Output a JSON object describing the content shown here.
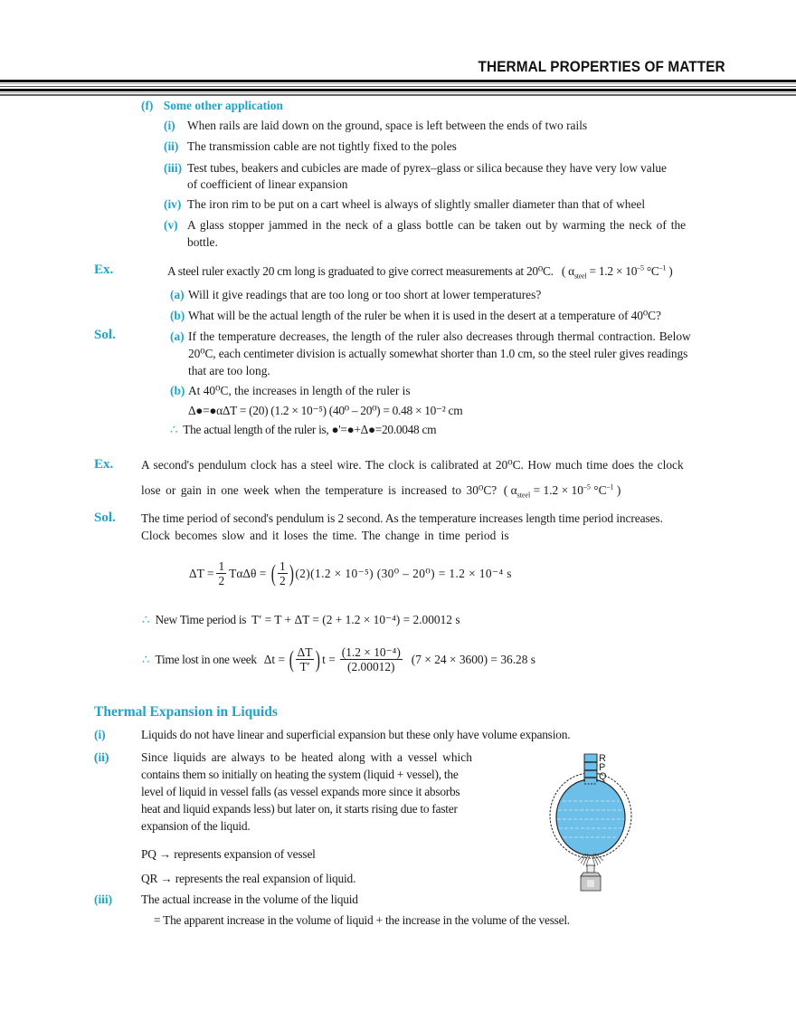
{
  "header": {
    "title": "THERMAL PROPERTIES OF MATTER"
  },
  "applications": {
    "label": "(f)",
    "title": "Some other application",
    "items": [
      {
        "num": "(i)",
        "text": "When rails are laid down on the ground, space is left between the ends of two rails"
      },
      {
        "num": "(ii)",
        "text": "The transmission cable are not tightly fixed to the poles"
      },
      {
        "num": "(iii)",
        "text": "Test tubes, beakers and cubicles are made of pyrex–glass or silica because they have very low value",
        "text2": "of coefficient of linear expansion"
      },
      {
        "num": "(iv)",
        "text": "The iron rim to be put on a cart wheel is always of slightly smaller diameter than that of wheel"
      },
      {
        "num": "(v)",
        "text": "A glass stopper jammed in the neck of a glass bottle can be taken out by warming the neck of the",
        "text2": "bottle."
      }
    ]
  },
  "example1": {
    "label": "Ex.",
    "question": "A steel ruler exactly 20 cm long is graduated to give correct measurements at 20⁰C.",
    "given": "( α",
    "given_sub": "steel",
    "given_rest": " = 1.2 × 10",
    "given_exp": "–5",
    "given_unit": "  °C",
    "given_unit_exp": "–1",
    "given_close": " )",
    "parts": [
      {
        "num": "(a)",
        "text": "Will it give readings that are too long or too short at lower temperatures?"
      },
      {
        "num": "(b)",
        "text": "What will be the actual length of the ruler be when it is used in the desert at a temperature of 40⁰C?"
      }
    ]
  },
  "solution1": {
    "label": "Sol.",
    "a_num": "(a)",
    "a_lines": [
      "If the temperature decreases, the length of the ruler also decreases through thermal contraction. Below",
      "20⁰C, each centimeter division is actually somewhat shorter than 1.0 cm, so the steel ruler gives readings",
      "that  are  too  long."
    ],
    "b_num": "(b)",
    "b_text": "At 40⁰C, the increases in length of the ruler is",
    "b_eq": "Δ●=●αΔT = (20) (1.2 × 10⁻⁵) (40⁰ – 20⁰) = 0.48 × 10⁻² cm",
    "therefore": "∴",
    "conclusion": "The actual length of the ruler is, ●'=●+Δ●=20.0048 cm"
  },
  "example2": {
    "label": "Ex.",
    "line1": "A second's pendulum clock has a steel wire. The clock is calibrated at 20⁰C. How much time does the clock",
    "line2": "lose or gain in one week when the temperature is increased to 30⁰C?",
    "given": "( α",
    "given_sub": "steel",
    "given_rest": " = 1.2 × 10",
    "given_exp": "–5",
    "given_unit": "  °C",
    "given_unit_exp": "–1",
    "given_close": " )"
  },
  "solution2": {
    "label": "Sol.",
    "line1": "The time period of second's pendulum is 2 second. As the temperature increases length time period increases.",
    "line2": "Clock becomes slow and it loses the time. The change in time period is",
    "eq1": {
      "lhs": "ΔT =",
      "frac_top": "1",
      "frac_bot": "2",
      "mid": "TαΔθ =",
      "rhs": "(2)(1.2 × 10⁻⁵) (30⁰ – 20⁰)  = 1.2 × 10⁻⁴ s"
    },
    "therefore": "∴",
    "eq2_label": "New Time period is",
    "eq2": "T′ = T + ΔT = (2 + 1.2 × 10⁻⁴) = 2.00012 s",
    "eq3_label": "Time lost in one week",
    "eq3": {
      "lhs": "Δt =",
      "frac1_top": "ΔT",
      "frac1_bot": "T′",
      "mid": "t =",
      "frac2_top": "(1.2 × 10⁻⁴)",
      "frac2_bot": "(2.00012)",
      "rhs": "(7 × 24 × 3600) = 36.28 s"
    }
  },
  "liquids": {
    "title": "Thermal Expansion in Liquids",
    "items": [
      {
        "num": "(i)",
        "text": "Liquids do not have linear and superficial expansion but these only have volume expansion."
      },
      {
        "num": "(ii)",
        "lines": [
          "Since liquids are always to be heated along with a vessel which",
          "contains them so initially on heating the system (liquid + vessel), the",
          "level of liquid in vessel falls (as vessel expands more since it absorbs",
          "heat and liquid expands less) but later on, it starts rising due to faster",
          "expansion of the liquid."
        ]
      },
      {
        "num": "(iii)",
        "text": "The actual increase in the volume of the liquid"
      }
    ],
    "pq": "PQ → represents expansion of vessel",
    "qr": "QR → represents the real expansion of liquid.",
    "iii_cont": "= The apparent increase in the volume of liquid + the increase in the volume of the vessel.",
    "diagram": {
      "labels": [
        "R",
        "P",
        "Q"
      ],
      "liquid_color": "#6cbfe9",
      "burner_color": "#c8c8c8"
    }
  },
  "colors": {
    "accent": "#1fa3c9",
    "text": "#1a1a1a"
  }
}
